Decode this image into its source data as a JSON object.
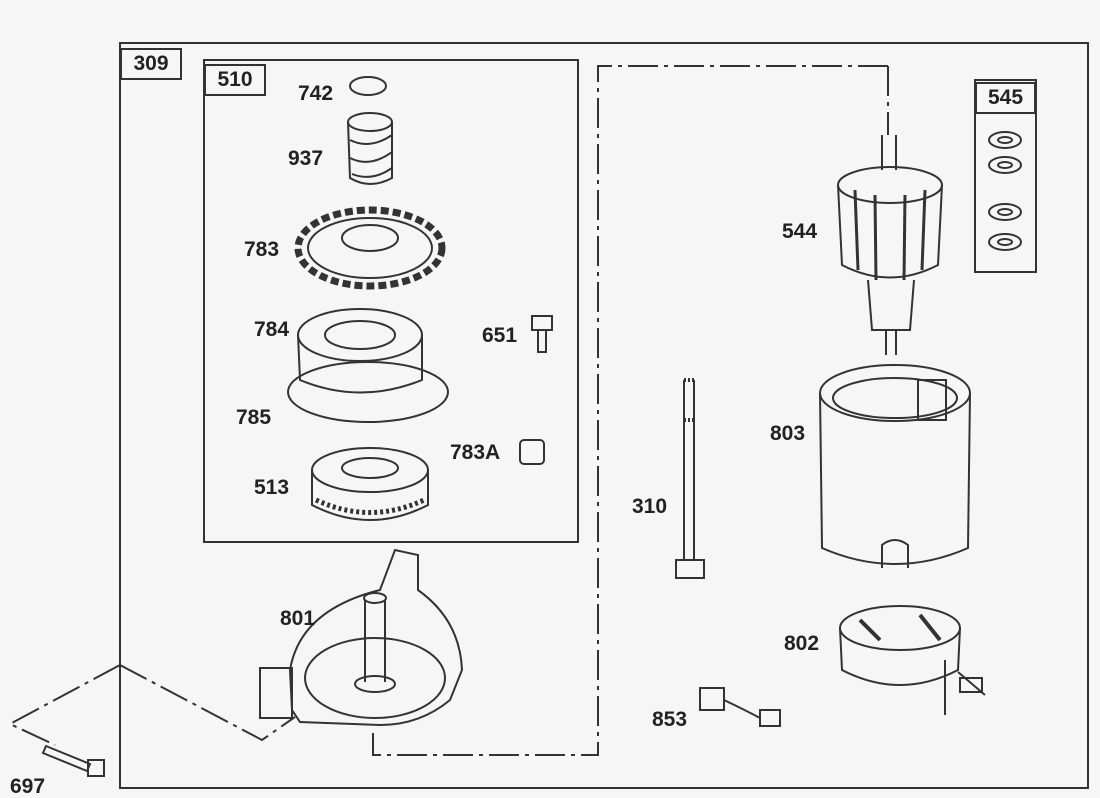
{
  "assemblies": {
    "outer": "309",
    "drive": "510",
    "kit": "545"
  },
  "parts": {
    "p742": "742",
    "p937": "937",
    "p783": "783",
    "p784": "784",
    "p651": "651",
    "p785": "785",
    "p783a": "783A",
    "p513": "513",
    "p801": "801",
    "p310": "310",
    "p544": "544",
    "p803": "803",
    "p802": "802",
    "p853": "853",
    "p697": "697"
  },
  "colors": {
    "line": "#333333",
    "background": "#f6f6f6"
  }
}
